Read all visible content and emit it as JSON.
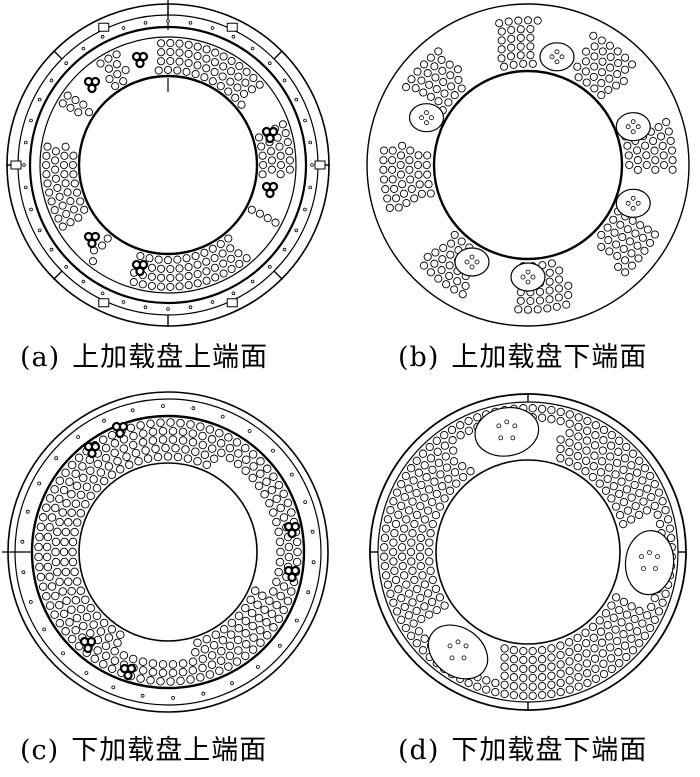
{
  "captions": {
    "a": {
      "tag": "(a)",
      "text": "上加载盘上端面"
    },
    "b": {
      "tag": "(b)",
      "text": "上加载盘下端面"
    },
    "c": {
      "tag": "(c)",
      "text": "下加载盘上端面"
    },
    "d": {
      "tag": "(d)",
      "text": "下加载盘下端面"
    }
  },
  "colors": {
    "line": "#000000",
    "background": "#ffffff"
  }
}
